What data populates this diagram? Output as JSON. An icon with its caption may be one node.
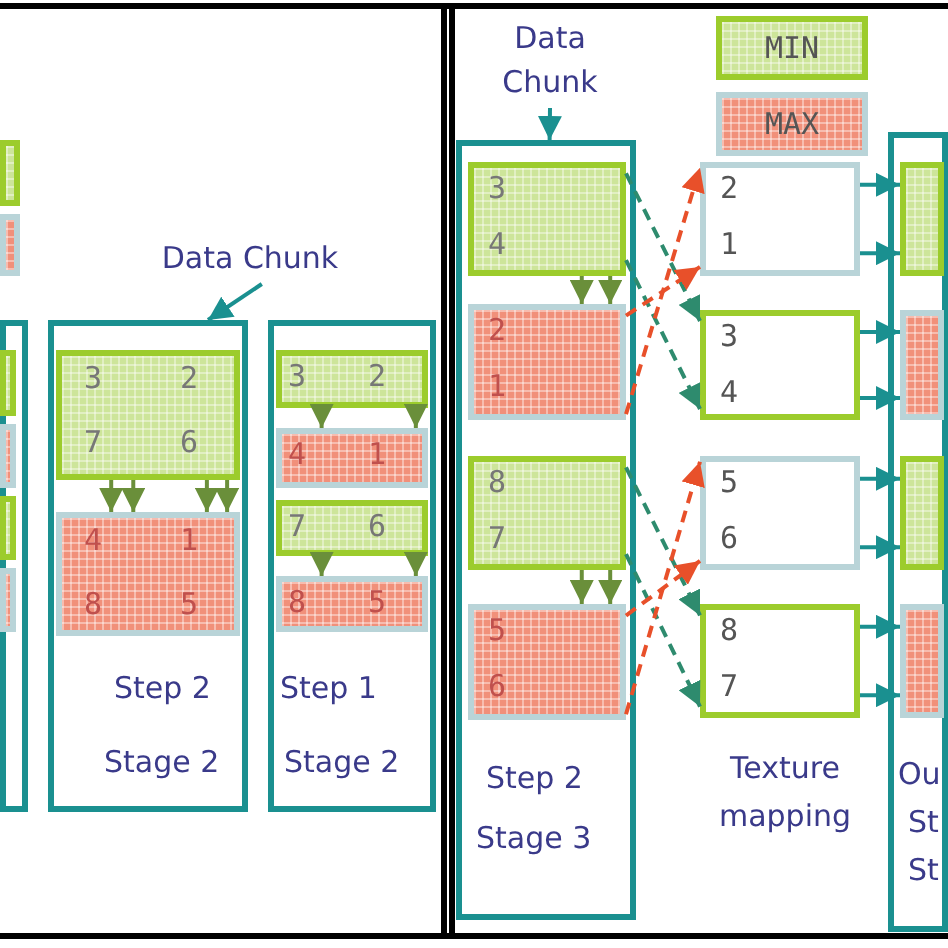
{
  "diagram": {
    "nodes": [
      {
        "text": [],
        "shape": "box"
      },
      {
        "text": [],
        "shape": "box"
      },
      {
        "text": [],
        "shape": "box"
      },
      {
        "text": [],
        "shape": "box",
        "in": 2
      },
      {
        "text": [],
        "shape": "box",
        "in": 2
      },
      {
        "text": [],
        "shape": "box",
        "in": 2
      },
      {
        "text": [],
        "shape": "box",
        "in": 2
      },
      {
        "text": [
          "Data Chunk"
        ]
      },
      {
        "text": [
          "Step 2",
          "Stage 2"
        ]
      },
      {
        "text": [
          "3",
          "2",
          "7",
          "6"
        ],
        "in": 8
      },
      {
        "text": [
          "4",
          "1",
          "8",
          "5"
        ],
        "in": 8
      },
      {
        "text": [
          "Step 1",
          "Stage 2"
        ]
      },
      {
        "text": [
          "3",
          "2"
        ],
        "in": 11
      },
      {
        "text": [
          "4",
          "1"
        ],
        "in": 11
      },
      {
        "text": [
          "7",
          "6"
        ],
        "in": 11
      },
      {
        "text": [
          "8",
          "5"
        ],
        "in": 11
      },
      {
        "text": [
          "Data Chunk"
        ]
      },
      {
        "text": [
          "Step 2",
          "Stage 3"
        ]
      },
      {
        "text": [
          "3",
          "4"
        ],
        "in": 17
      },
      {
        "text": [
          "2",
          "1"
        ],
        "in": 17
      },
      {
        "text": [
          "8",
          "7"
        ],
        "in": 17
      },
      {
        "text": [
          "5",
          "6"
        ],
        "in": 17
      },
      {
        "text": [
          "2",
          "1"
        ]
      },
      {
        "text": [
          "3",
          "4"
        ]
      },
      {
        "text": [
          "5",
          "6"
        ]
      },
      {
        "text": [
          "8",
          "7"
        ]
      },
      {
        "text": [
          "Ou",
          "St",
          "St"
        ]
      },
      {
        "text": [],
        "shape": "box",
        "in": 26
      },
      {
        "text": [],
        "shape": "box",
        "in": 26
      },
      {
        "text": [],
        "shape": "box",
        "in": 26
      },
      {
        "text": [],
        "shape": "box",
        "in": 26
      }
    ],
    "edges": [
      {
        "from": 7,
        "to": 8,
        "arrow": "to",
        "color": "#1a9090"
      },
      {
        "from": 16,
        "to": 17,
        "arrow": "to",
        "color": "#1a9090"
      },
      {
        "from": 9,
        "to": 10,
        "arrow": "to"
      },
      {
        "from": 9,
        "to": 10,
        "arrow": "to"
      },
      {
        "from": 9,
        "to": 10,
        "arrow": "to"
      },
      {
        "from": 9,
        "to": 10,
        "arrow": "to"
      },
      {
        "from": 12,
        "to": 13,
        "arrow": "to"
      },
      {
        "from": 12,
        "to": 13,
        "arrow": "to"
      },
      {
        "from": 14,
        "to": 15,
        "arrow": "to"
      },
      {
        "from": 14,
        "to": 15,
        "arrow": "to"
      },
      {
        "from": 18,
        "to": 19,
        "arrow": "to"
      },
      {
        "from": 18,
        "to": 19,
        "arrow": "to"
      },
      {
        "from": 20,
        "to": 21,
        "arrow": "to"
      },
      {
        "from": 20,
        "to": 21,
        "arrow": "to"
      },
      {
        "from": 18,
        "to": 23,
        "arrow": "to",
        "style": "dashed",
        "color": "#2e8b6e"
      },
      {
        "from": 18,
        "to": 23,
        "arrow": "to",
        "style": "dashed",
        "color": "#2e8b6e"
      },
      {
        "from": 19,
        "to": 22,
        "arrow": "to",
        "style": "dashed",
        "color": "#e8502a"
      },
      {
        "from": 19,
        "to": 22,
        "arrow": "to",
        "style": "dashed",
        "color": "#e8502a"
      },
      {
        "from": 20,
        "to": 25,
        "arrow": "to",
        "style": "dashed",
        "color": "#2e8b6e"
      },
      {
        "from": 20,
        "to": 25,
        "arrow": "to",
        "style": "dashed",
        "color": "#2e8b6e"
      },
      {
        "from": 21,
        "to": 24,
        "arrow": "to",
        "style": "dashed",
        "color": "#e8502a"
      },
      {
        "from": 21,
        "to": 24,
        "arrow": "to",
        "style": "dashed",
        "color": "#e8502a"
      },
      {
        "from": 22,
        "to": 27,
        "arrow": "to",
        "color": "#1a9090"
      },
      {
        "from": 22,
        "to": 27,
        "arrow": "to",
        "color": "#1a9090"
      },
      {
        "from": 23,
        "to": 28,
        "arrow": "to",
        "color": "#1a9090"
      },
      {
        "from": 23,
        "to": 28,
        "arrow": "to",
        "color": "#1a9090"
      },
      {
        "from": 24,
        "to": 29,
        "arrow": "to",
        "color": "#1a9090"
      },
      {
        "from": 24,
        "to": 29,
        "arrow": "to",
        "color": "#1a9090"
      },
      {
        "from": 25,
        "to": 30,
        "arrow": "to",
        "color": "#1a9090"
      },
      {
        "from": 25,
        "to": 30,
        "arrow": "to",
        "color": "#1a9090"
      }
    ],
    "labels": [
      "Texture mapping"
    ],
    "legend": [
      {
        "text": "MIN",
        "color": "#cde59a"
      },
      {
        "text": "MAX",
        "color": "#f1907a"
      }
    ]
  }
}
